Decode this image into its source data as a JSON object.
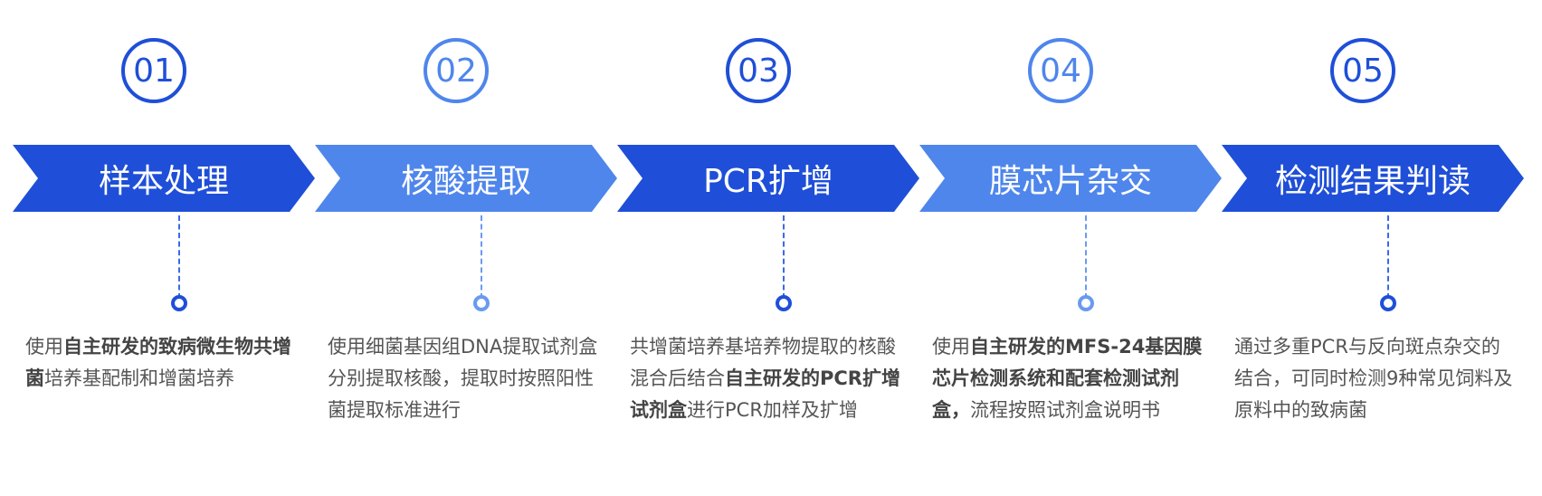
{
  "steps": [
    {
      "number": "01",
      "title": "样本处理",
      "color": "#1f4fd8",
      "desc": [
        {
          "t": "使用",
          "b": false
        },
        {
          "t": "自主研发的致病微生物共增菌",
          "b": true
        },
        {
          "t": "培养基配制和增菌培养",
          "b": false
        }
      ]
    },
    {
      "number": "02",
      "title": "核酸提取",
      "color": "#4f86ec",
      "desc": [
        {
          "t": "使用细菌基因组DNA提取试剂盒分别提取核酸，提取时按照阳性菌提取标准进行",
          "b": false
        }
      ]
    },
    {
      "number": "03",
      "title": "PCR扩增",
      "color": "#1f4fd8",
      "desc": [
        {
          "t": "共增菌培养基培养物提取的核酸混合后结合",
          "b": false
        },
        {
          "t": "自主研发的PCR扩增试剂盒",
          "b": true
        },
        {
          "t": "进行PCR加样及扩增",
          "b": false
        }
      ]
    },
    {
      "number": "04",
      "title": "膜芯片杂交",
      "color": "#4f86ec",
      "desc": [
        {
          "t": "使用",
          "b": false
        },
        {
          "t": "自主研发的MFS-24基因膜芯片检测系统和配套检测试剂盒，",
          "b": true
        },
        {
          "t": "流程按照试剂盒说明书",
          "b": false
        }
      ]
    },
    {
      "number": "05",
      "title": "检测结果判读",
      "color": "#1f4fd8",
      "desc": [
        {
          "t": "通过多重PCR与反向斑点杂交的结合，可同时检测9种常见饲料及原料中的致病菌",
          "b": false
        }
      ]
    }
  ]
}
